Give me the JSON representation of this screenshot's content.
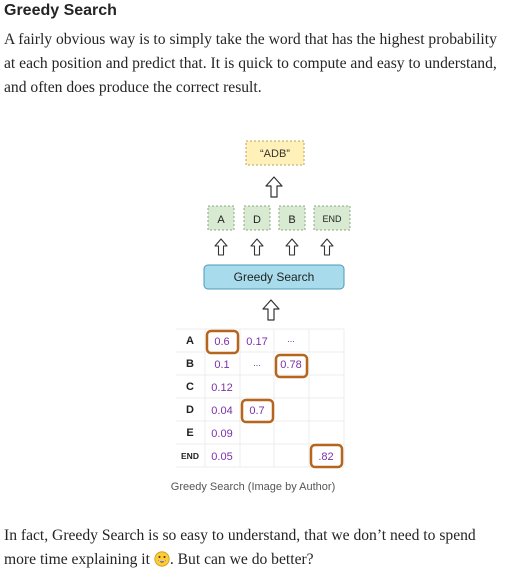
{
  "article": {
    "heading": "Greedy Search",
    "paragraph1": "A fairly obvious way is to simply take the word that has the highest probability at each position and predict that. It is quick to compute and easy to understand, and often does produce the correct result.",
    "paragraph2_a": "In fact, Greedy Search is so easy to understand, that we don’t need to spend more time explaining it ",
    "paragraph2_b": ". But can we do better?",
    "emoji_icon": "grinning-face-icon"
  },
  "figure": {
    "output_text": "“ADB”",
    "tokens": [
      "A",
      "D",
      "B",
      "END"
    ],
    "box_label": "Greedy Search",
    "caption": "Greedy Search (Image by Author)",
    "row_labels": [
      "A",
      "B",
      "C",
      "D",
      "E",
      "END"
    ],
    "col1": [
      "0.6",
      "0.1",
      "0.12",
      "0.04",
      "0.09",
      "0.05"
    ],
    "col2_a": "0.17",
    "col2_d": "0.7",
    "col3_a": "...",
    "col3_b": "...",
    "col3_b2": "0.78",
    "col4_end": ".82",
    "colors": {
      "output_fill": "#fff1b8",
      "token_fill": "#d9ead3",
      "box_fill": "#a8dced",
      "value_text": "#7b2fa8",
      "highlight": "#b5651d"
    }
  }
}
